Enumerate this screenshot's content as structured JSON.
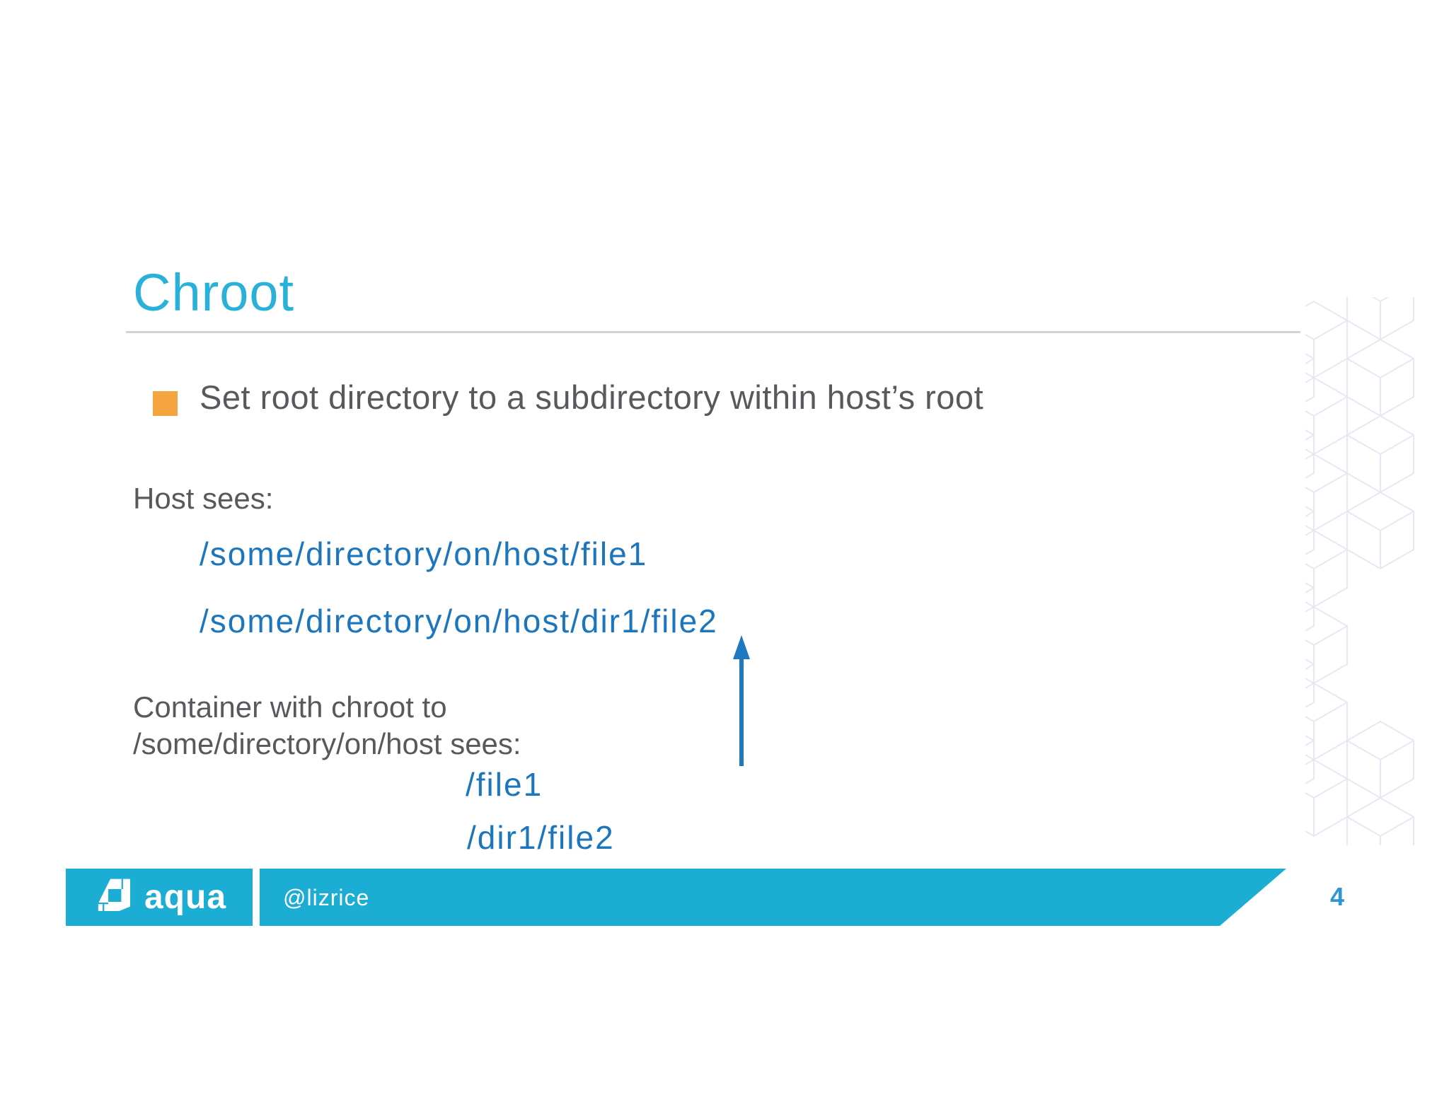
{
  "slide": {
    "title": "Chroot",
    "bullet_text": "Set root directory to a subdirectory within host’s root",
    "host": {
      "label": "Host sees:",
      "paths": [
        "/some/directory/on/host/file1",
        "/some/directory/on/host/dir1/file2"
      ]
    },
    "container": {
      "label_line1": "Container with chroot to",
      "label_line2": "/some/directory/on/host sees:",
      "paths": [
        "/file1",
        "/dir1/file2"
      ]
    }
  },
  "footer": {
    "logo_text": "aqua",
    "handle": "@lizrice",
    "page_number": "4"
  },
  "colors": {
    "title_cyan": "#29b1d9",
    "path_blue": "#1b76bd",
    "text_gray": "#58595c",
    "bullet_orange": "#f5a53f",
    "footer_cyan": "#1badd3",
    "page_number_blue": "#2e96d2",
    "arrow_blue": "#1e79c0",
    "cube_pattern_stroke": "#eae6f3",
    "title_rule_gray": "#d4d4d4"
  }
}
